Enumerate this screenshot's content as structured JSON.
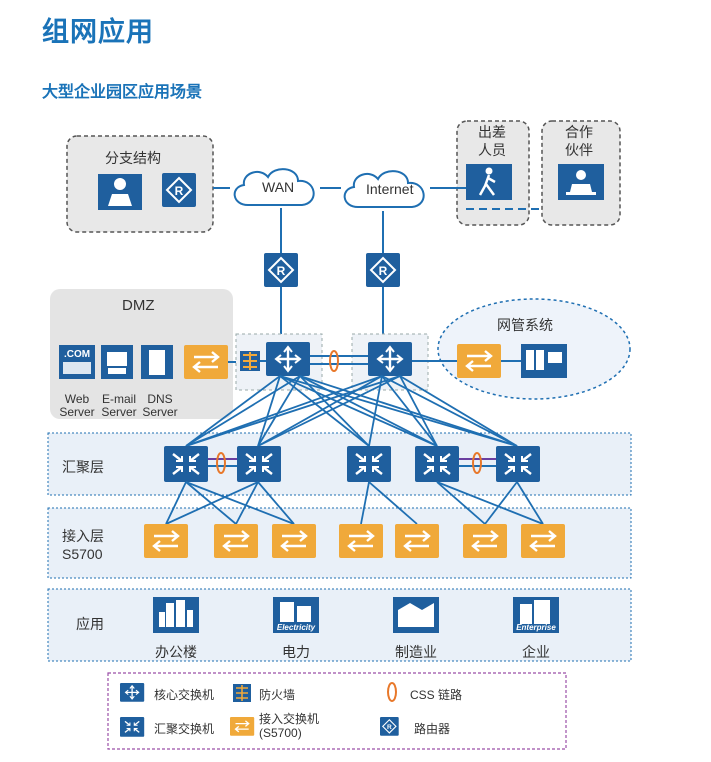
{
  "page": {
    "title": "组网应用",
    "subtitle": "大型企业园区应用场景"
  },
  "diagram": {
    "branch": {
      "label": "分支结构"
    },
    "wan": {
      "label": "WAN"
    },
    "internet": {
      "label": "Internet"
    },
    "travel": {
      "label_line1": "出差",
      "label_line2": "人员"
    },
    "partner": {
      "label_line1": "合作",
      "label_line2": "伙伴"
    },
    "dmz": {
      "label": "DMZ",
      "com_text": ".COM",
      "servers": [
        {
          "line1": "Web",
          "line2": "Server"
        },
        {
          "line1": "E-mail",
          "line2": "Server"
        },
        {
          "line1": "DNS",
          "line2": "Server"
        }
      ]
    },
    "nms": {
      "label": "网管系统"
    },
    "aggregation": {
      "label": "汇聚层"
    },
    "access": {
      "label_line1": "接入层",
      "label_line2": "S5700"
    },
    "application": {
      "label": "应用",
      "items": [
        {
          "label": "办公楼",
          "icon": "office-building-icon"
        },
        {
          "label": "电力",
          "icon": "electricity-icon",
          "tag": "Electricity"
        },
        {
          "label": "制造业",
          "icon": "manufacturing-icon"
        },
        {
          "label": "企业",
          "icon": "enterprise-icon",
          "tag": "Enterprise"
        }
      ]
    }
  },
  "legend": {
    "core_switch": "核心交换机",
    "firewall": "防火墙",
    "css_link": "CSS 链路",
    "agg_switch": "汇聚交换机",
    "access_switch_line1": "接入交换机",
    "access_switch_line2": "(S5700)",
    "router": "路由器"
  },
  "colors": {
    "blue": "#1f5f9e",
    "title_blue": "#1a73b8",
    "orange": "#f0a93a",
    "line": "#1f6fb2",
    "css_ring": "#e8782a"
  }
}
